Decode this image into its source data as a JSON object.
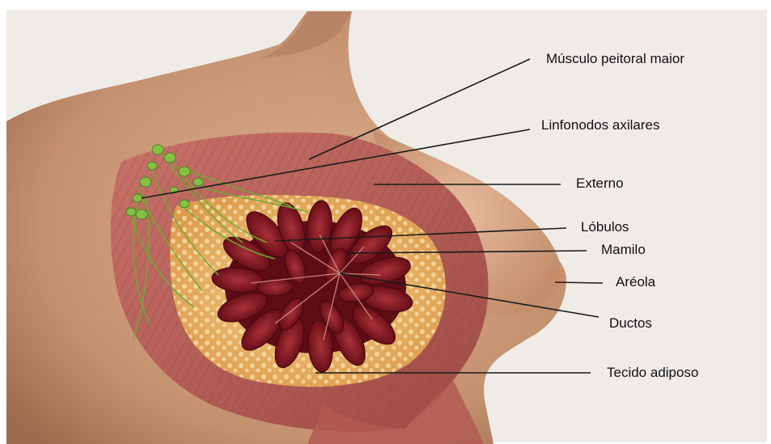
{
  "labels": {
    "musculo": "Músculo peitoral maior",
    "linfonodos": "Linfonodos axilares",
    "externo": "Externo",
    "lobulos": "Lóbulos",
    "mamilo": "Mamilo",
    "areola": "Aréola",
    "ductos": "Ductos",
    "tecido": "Tecido adiposo"
  },
  "colors": {
    "background": "#f3f1ee",
    "skin": "#c99a7b",
    "muscle": "#b8625a",
    "fat": "#e8b56b",
    "lobule": "#8a1a22",
    "lymph": "#7fb640",
    "leader_line": "#1a1a1a"
  }
}
